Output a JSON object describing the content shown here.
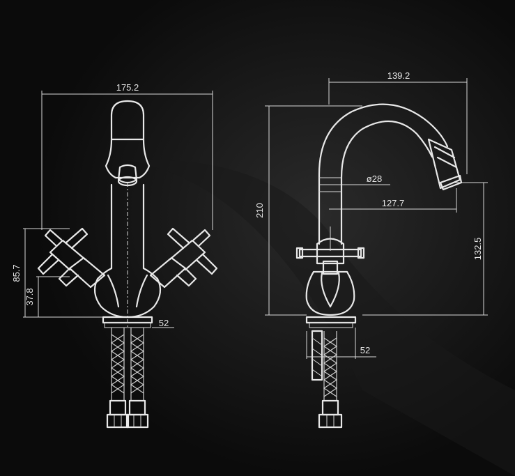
{
  "diagram": {
    "front_view": {
      "overall_width": "175.2",
      "handle_height": "85.7",
      "body_height": "37.8",
      "base_width": "52"
    },
    "side_view": {
      "spout_reach": "139.2",
      "overall_height": "210",
      "spout_diameter": "ø28",
      "spout_projection": "127.7",
      "spout_clearance": "132.5",
      "base_width": "52"
    }
  },
  "colors": {
    "background": "#0b0b0b",
    "line": "#e8e8e8",
    "text": "#e6e6e6"
  }
}
